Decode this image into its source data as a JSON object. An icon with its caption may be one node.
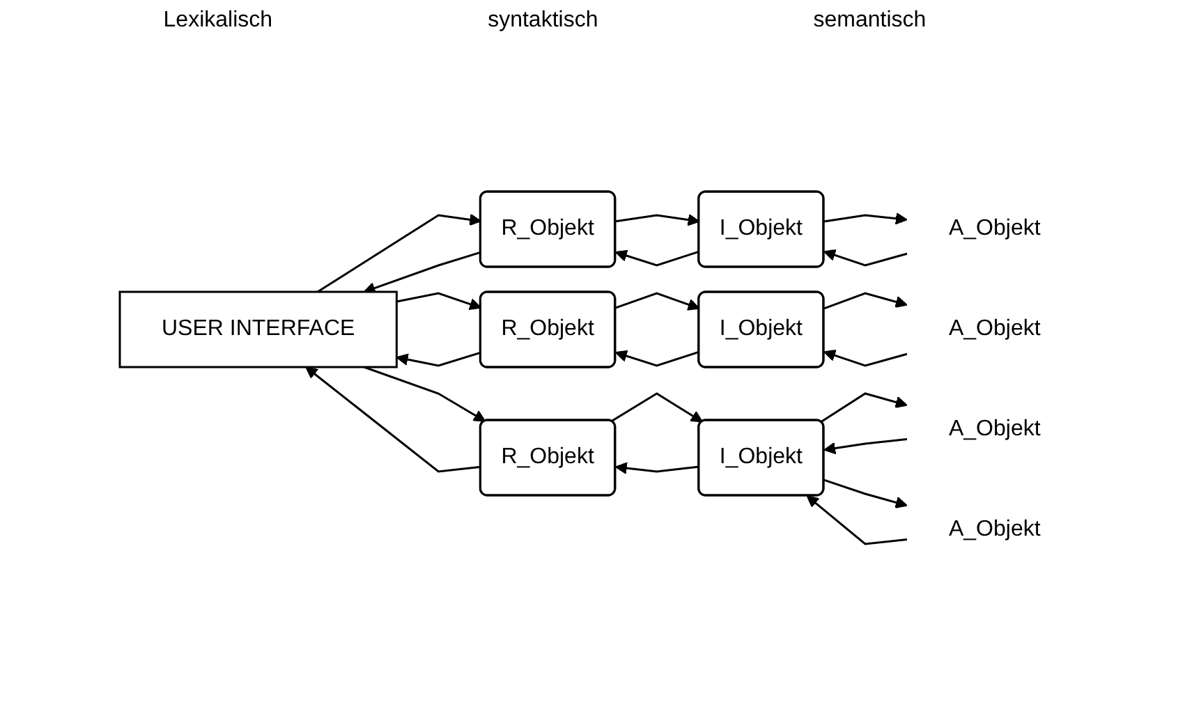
{
  "diagram": {
    "nodes": [
      {
        "text": [
          "USER INTERFACE"
        ]
      },
      {
        "text": [
          "R_Objekt"
        ]
      },
      {
        "text": [
          "I_Objekt"
        ]
      },
      {
        "text": [
          "A_Objekt"
        ]
      },
      {
        "text": [
          "R_Objekt"
        ]
      },
      {
        "text": [
          "I_Objekt"
        ]
      },
      {
        "text": [
          "A_Objekt"
        ]
      },
      {
        "text": [
          "R_Objekt"
        ]
      },
      {
        "text": [
          "I_Objekt"
        ]
      },
      {
        "text": [
          "A_Objekt"
        ]
      },
      {
        "text": [
          "A_Objekt"
        ]
      }
    ],
    "edges": [
      {
        "from": 0,
        "to": 1,
        "arrow": "to"
      },
      {
        "from": 1,
        "to": 0,
        "arrow": "to"
      },
      {
        "from": 1,
        "to": 2,
        "arrow": "to"
      },
      {
        "from": 2,
        "to": 1,
        "arrow": "to"
      },
      {
        "from": 2,
        "to": 3,
        "arrow": "to"
      },
      {
        "from": 3,
        "to": 2,
        "arrow": "to"
      },
      {
        "from": 0,
        "to": 4,
        "arrow": "to"
      },
      {
        "from": 4,
        "to": 0,
        "arrow": "to"
      },
      {
        "from": 4,
        "to": 5,
        "arrow": "to"
      },
      {
        "from": 5,
        "to": 4,
        "arrow": "to"
      },
      {
        "from": 5,
        "to": 6,
        "arrow": "to"
      },
      {
        "from": 6,
        "to": 5,
        "arrow": "to"
      },
      {
        "from": 0,
        "to": 7,
        "arrow": "to"
      },
      {
        "from": 7,
        "to": 0,
        "arrow": "to"
      },
      {
        "from": 7,
        "to": 8,
        "arrow": "to"
      },
      {
        "from": 8,
        "to": 7,
        "arrow": "to"
      },
      {
        "from": 8,
        "to": 9,
        "arrow": "to"
      },
      {
        "from": 9,
        "to": 8,
        "arrow": "to"
      },
      {
        "from": 8,
        "to": 10,
        "arrow": "to"
      },
      {
        "from": 10,
        "to": 8,
        "arrow": "to"
      }
    ],
    "labels": [
      "Lexikalisch",
      "syntaktisch",
      "semantisch"
    ]
  }
}
